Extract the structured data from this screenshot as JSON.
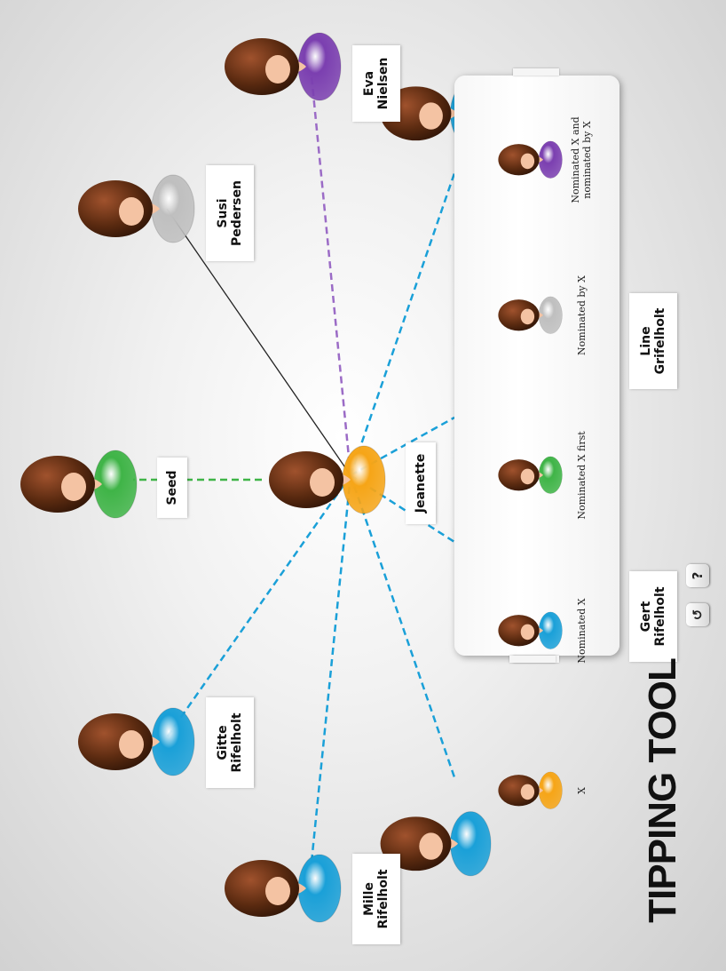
{
  "app": {
    "title": "TIPPING TOOL"
  },
  "colors": {
    "orange": "#f6a517",
    "blue": "#1aa0d8",
    "green": "#3fb447",
    "grey": "#bfbfbf",
    "purple": "#7b3fb0",
    "hair": "#5a2a10",
    "skin": "#f4c3a3"
  },
  "people": {
    "seed": {
      "label": "Seed",
      "color": "green"
    },
    "jeanette": {
      "label": "Jeanette",
      "color": "orange"
    },
    "susi": {
      "label": "Susi\nPedersen",
      "color": "grey"
    },
    "eva": {
      "label": "Eva\nNielsen",
      "color": "purple"
    },
    "gitte": {
      "label": "Gitte\nRifelholt",
      "color": "blue"
    },
    "mille": {
      "label": "Mille\nRifelholt",
      "color": "blue"
    },
    "line": {
      "label": "Line\nGrifelholt",
      "color": "blue"
    },
    "gert": {
      "label": "Gert\nRifelholt",
      "color": "blue"
    }
  },
  "legend": {
    "items": [
      {
        "text": "X",
        "color": "orange"
      },
      {
        "text": "Nominated X",
        "color": "blue"
      },
      {
        "text": "Nominated X first",
        "color": "green"
      },
      {
        "text": "Nominated by X",
        "color": "grey"
      },
      {
        "text": "Nominated X and\nnominated by X",
        "color": "purple"
      }
    ]
  },
  "controls": {
    "reset_label": "↺",
    "help_label": "?"
  }
}
